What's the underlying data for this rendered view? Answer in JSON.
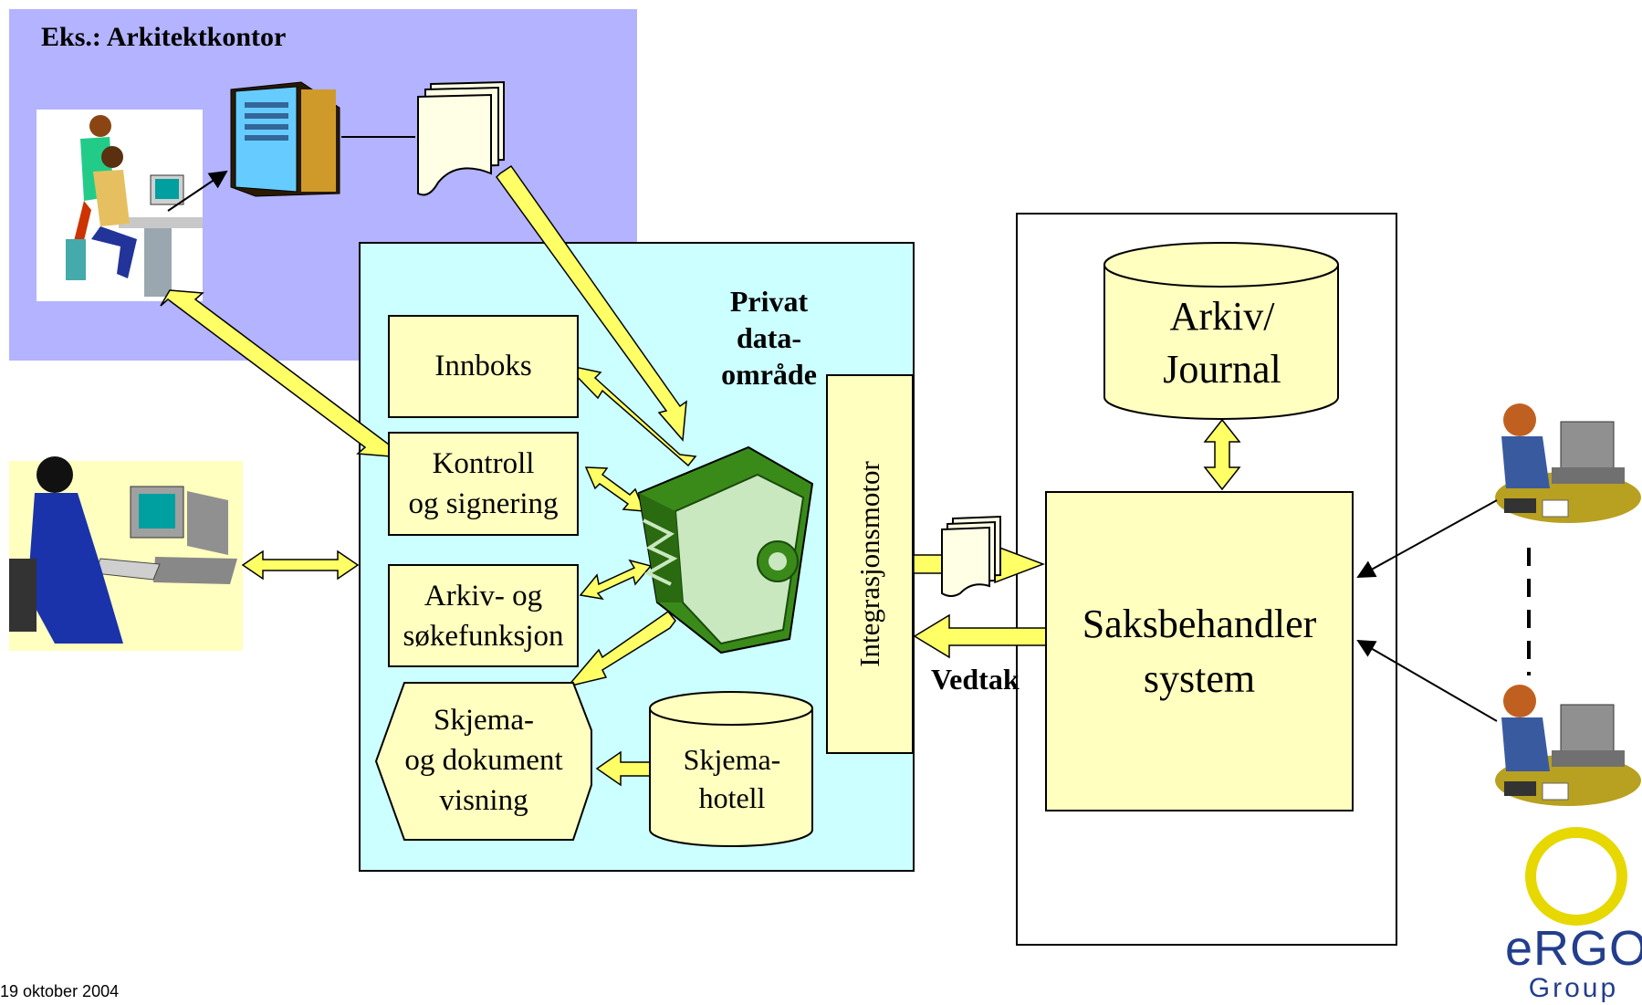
{
  "architect_office": {
    "title": "Eks.: Arkitektkontor"
  },
  "portal": {
    "private_label_line1": "Privat",
    "private_label_line2": "data-",
    "private_label_line3": "område",
    "inbox": "Innboks",
    "control_line1": "Kontroll",
    "control_line2": "og signering",
    "archive_search_line1": "Arkiv- og",
    "archive_search_line2": "søkefunksjon",
    "form_view_line1": "Skjema-",
    "form_view_line2": "og dokument",
    "form_view_line3": "visning",
    "form_hotel_line1": "Skjema-",
    "form_hotel_line2": "hotell",
    "integration_engine": "Integrasjonsmotor"
  },
  "case_system": {
    "archive_line1": "Arkiv/",
    "archive_line2": "Journal",
    "handler_line1": "Saksbehandler",
    "handler_line2": "system"
  },
  "decision_label": "Vedtak",
  "footer": {
    "date": "19 oktober 2004"
  },
  "logo": {
    "word": "eRGO",
    "sub": "Group"
  },
  "colors": {
    "arrow_fill": "#ffff66",
    "box_fill": "#ffffc0",
    "portal_fill": "#ccffff",
    "office_fill": "#b3b3ff",
    "safe_green": "#3a8a1a",
    "logo_yellow": "#e6d800",
    "logo_blue": "#223e8c"
  }
}
